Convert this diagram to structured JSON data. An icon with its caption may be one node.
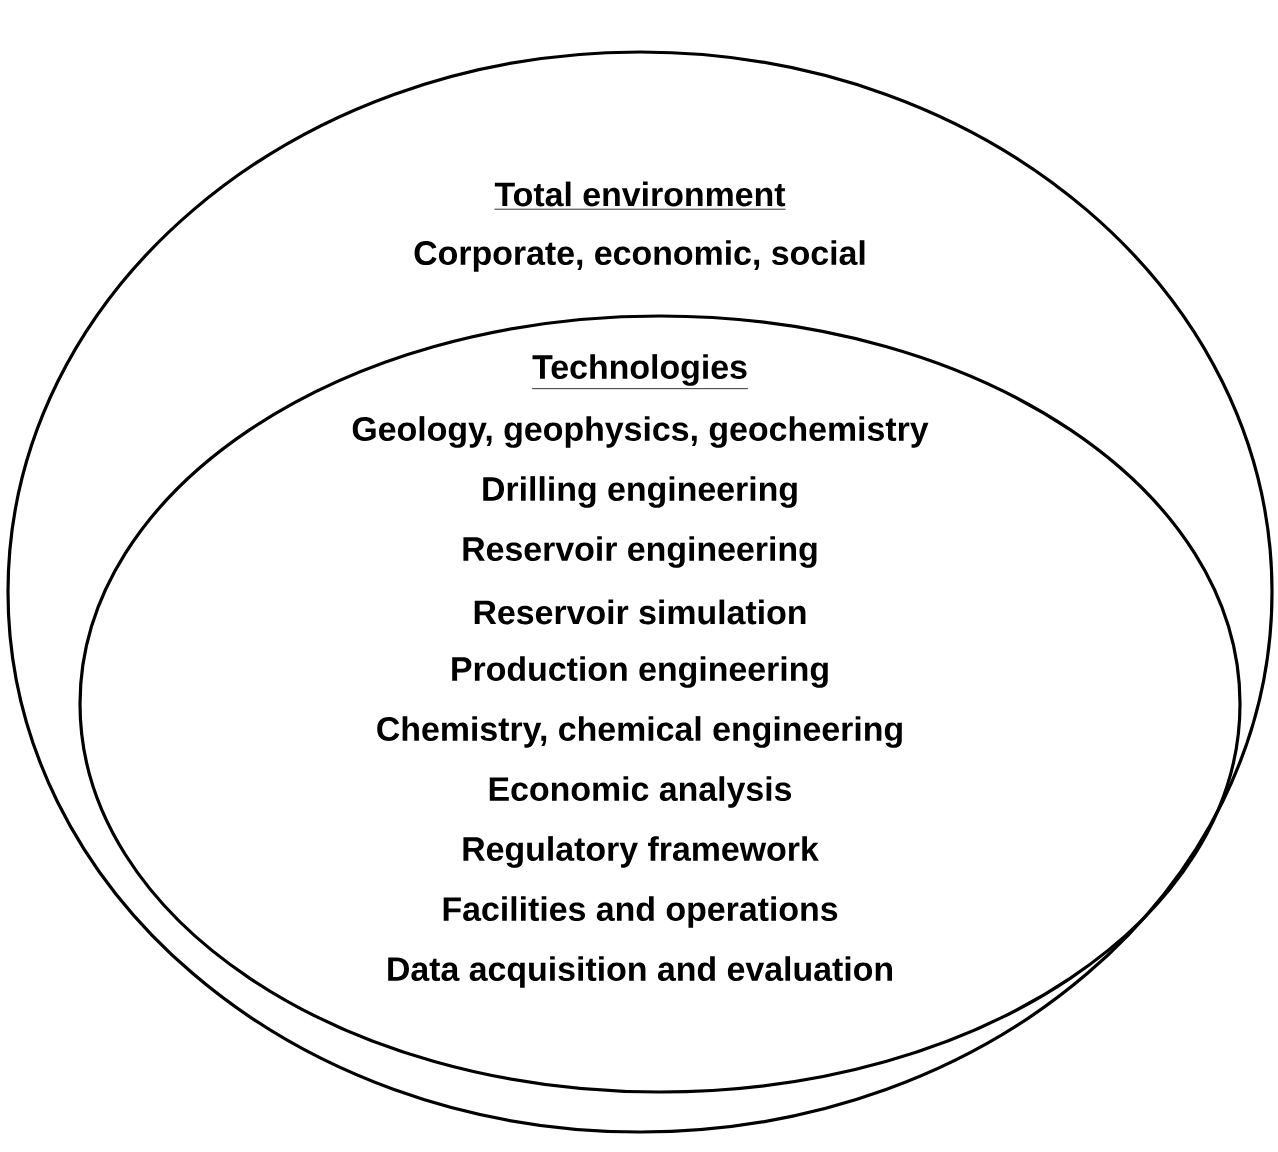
{
  "diagram": {
    "nodes": [
      {
        "text": [
          "Total environment",
          "Corporate, economic, social"
        ]
      },
      {
        "text": [
          "Technologies",
          "Geology, geophysics, geochemistry",
          "Drilling engineering",
          "Reservoir engineering",
          "Reservoir simulation",
          "Production engineering",
          "Chemistry, chemical engineering",
          "Economic analysis",
          "Regulatory framework",
          "Facilities and operations",
          "Data acquisition and evaluation"
        ],
        "in": 0
      }
    ]
  }
}
